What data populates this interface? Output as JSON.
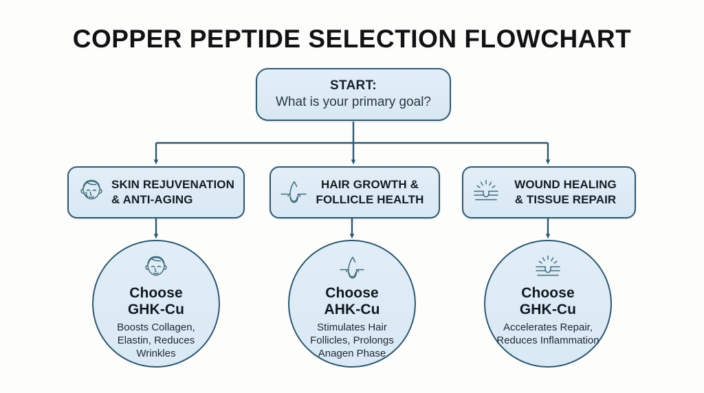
{
  "title": "COPPER PEPTIDE SELECTION FLOWCHART",
  "colors": {
    "background": "#fdfdfb",
    "node_fill": "#dce9f4",
    "node_border": "#2e5770",
    "title_text": "#111214",
    "icon_stroke": "#3f6b7d"
  },
  "start": {
    "label": "START:",
    "question": "What is your primary goal?"
  },
  "branches": [
    {
      "icon": "face-skincare-icon",
      "line1": "SKIN REJUVENATION",
      "line2": "& ANTI-AGING"
    },
    {
      "icon": "hair-follicle-icon",
      "line1": "HAIR GROWTH &",
      "line2": "FOLLICLE HEALTH"
    },
    {
      "icon": "wound-healing-icon",
      "line1": "WOUND HEALING",
      "line2": "& TISSUE REPAIR"
    }
  ],
  "results": [
    {
      "icon": "face-skincare-icon",
      "title_line1": "Choose",
      "title_line2": "GHK-Cu",
      "description": "Boosts Collagen, Elastin, Reduces Wrinkles"
    },
    {
      "icon": "hair-follicle-icon",
      "title_line1": "Choose",
      "title_line2": "AHK-Cu",
      "description": "Stimulates Hair Follicles, Prolongs Anagen Phase"
    },
    {
      "icon": "wound-healing-icon",
      "title_line1": "Choose",
      "title_line2": "GHK-Cu",
      "description": "Accelerates Repair, Reduces Inflammation"
    }
  ],
  "connectors": {
    "style": "orthogonal-arrow",
    "arrowheads": 6
  }
}
